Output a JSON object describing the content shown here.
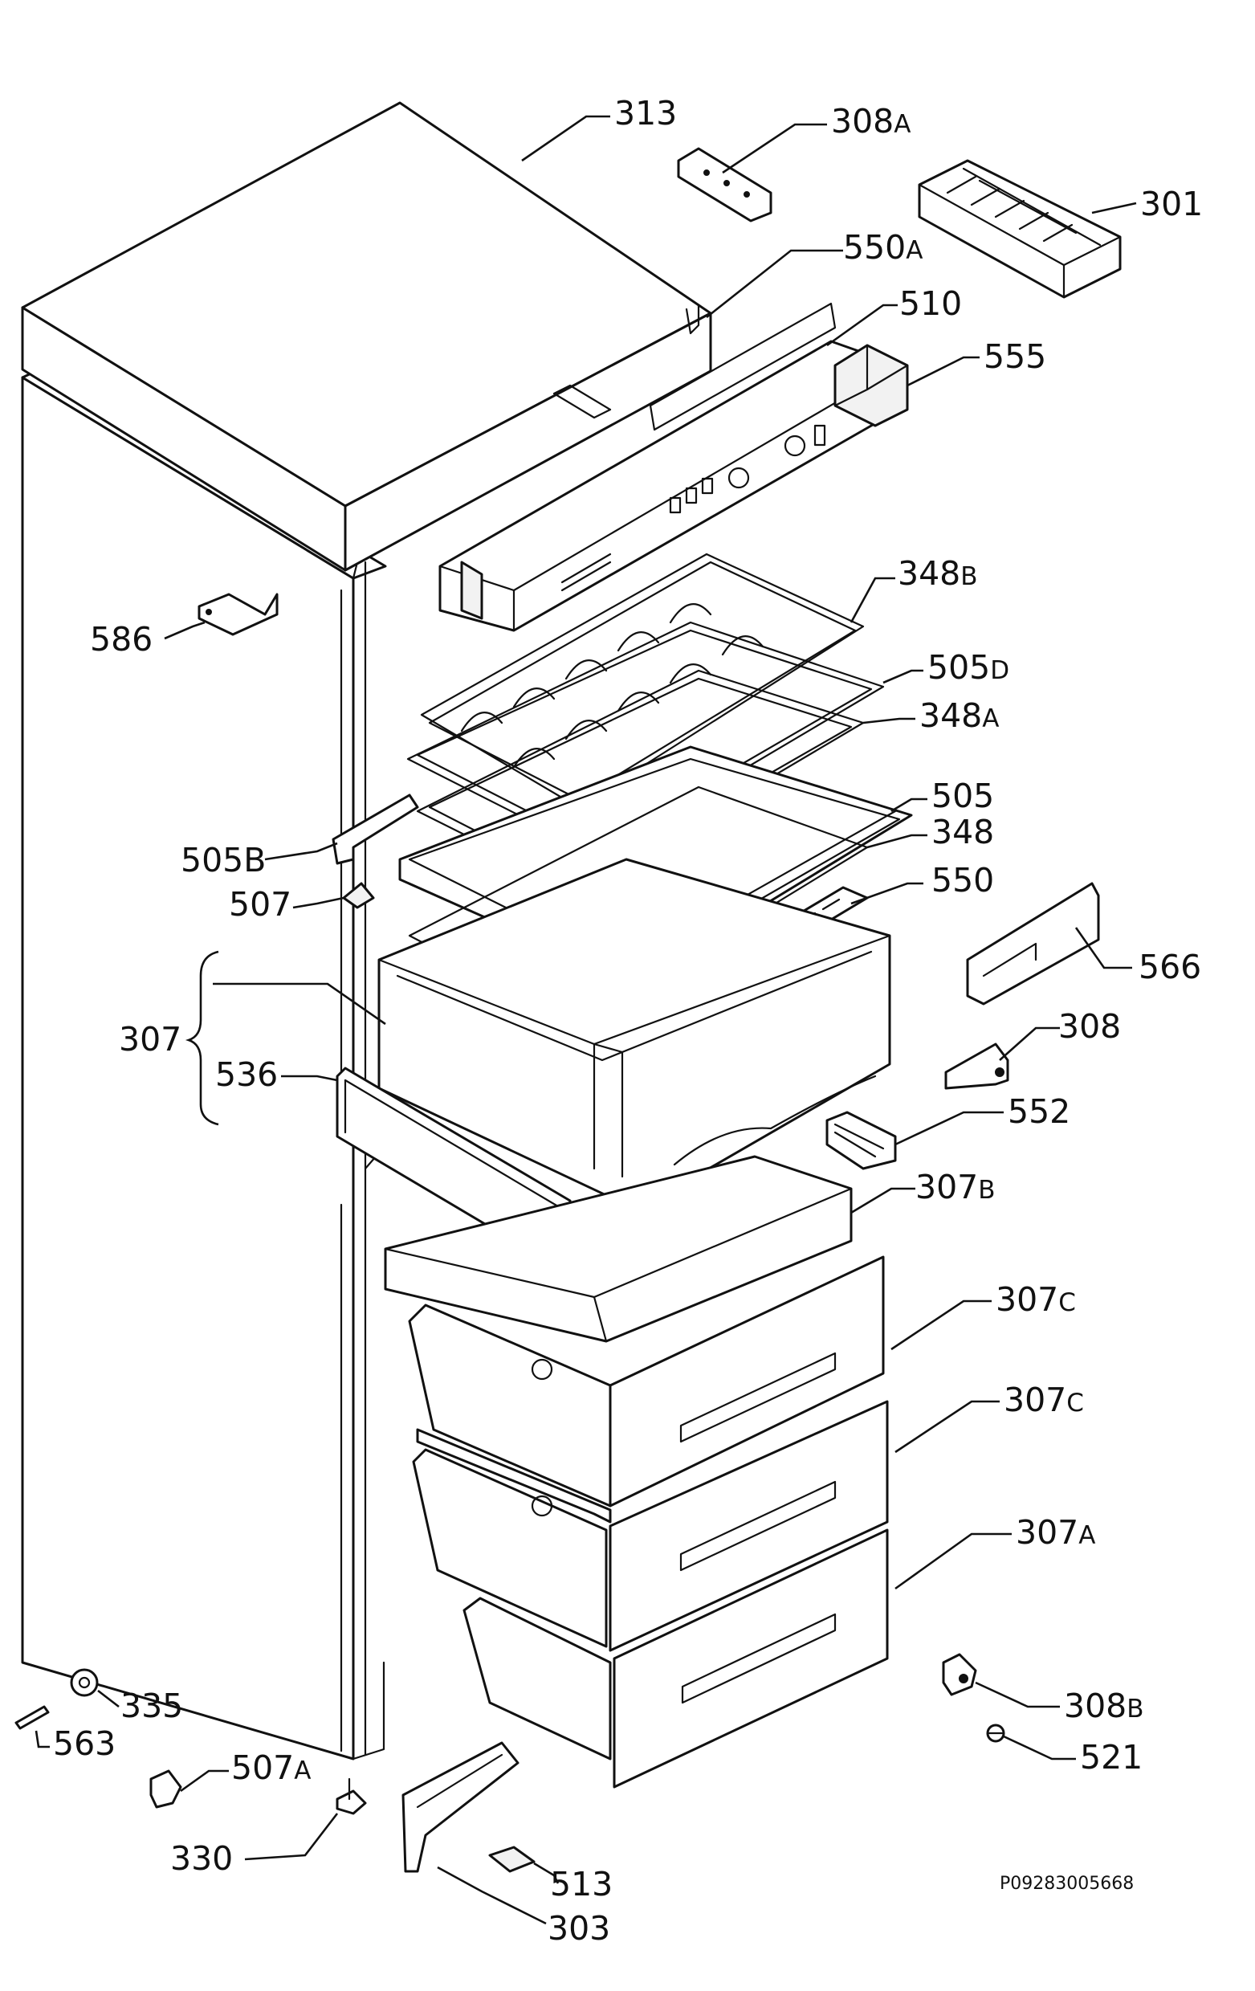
{
  "diagram": {
    "document_code": "P09283005668",
    "labels": {
      "l313": {
        "num": "313",
        "suffix": ""
      },
      "l308A": {
        "num": "308",
        "suffix": "A"
      },
      "l301": {
        "num": "301",
        "suffix": ""
      },
      "l550A": {
        "num": "550",
        "suffix": "A"
      },
      "l510": {
        "num": "510",
        "suffix": ""
      },
      "l555": {
        "num": "555",
        "suffix": ""
      },
      "l348B": {
        "num": "348",
        "suffix": "B"
      },
      "l586": {
        "num": "586",
        "suffix": ""
      },
      "l505D": {
        "num": "505",
        "suffix": "D"
      },
      "l348A": {
        "num": "348",
        "suffix": "A"
      },
      "l505": {
        "num": "505",
        "suffix": ""
      },
      "l505B": {
        "num": "505B",
        "suffix": ""
      },
      "l348": {
        "num": "348",
        "suffix": ""
      },
      "l507": {
        "num": "507",
        "suffix": ""
      },
      "l550": {
        "num": "550",
        "suffix": ""
      },
      "l566": {
        "num": "566",
        "suffix": ""
      },
      "l307": {
        "num": "307",
        "suffix": ""
      },
      "l308": {
        "num": "308",
        "suffix": ""
      },
      "l536": {
        "num": "536",
        "suffix": ""
      },
      "l552": {
        "num": "552",
        "suffix": ""
      },
      "l307B": {
        "num": "307",
        "suffix": "B"
      },
      "l307C1": {
        "num": "307",
        "suffix": "C"
      },
      "l307C2": {
        "num": "307",
        "suffix": "C"
      },
      "l307A": {
        "num": "307",
        "suffix": "A"
      },
      "l335": {
        "num": "335",
        "suffix": ""
      },
      "l563": {
        "num": "563",
        "suffix": ""
      },
      "l308B": {
        "num": "308",
        "suffix": "B"
      },
      "l507A": {
        "num": "507",
        "suffix": "A"
      },
      "l521": {
        "num": "521",
        "suffix": ""
      },
      "l330": {
        "num": "330",
        "suffix": ""
      },
      "l513": {
        "num": "513",
        "suffix": ""
      },
      "l303": {
        "num": "303",
        "suffix": ""
      }
    }
  }
}
